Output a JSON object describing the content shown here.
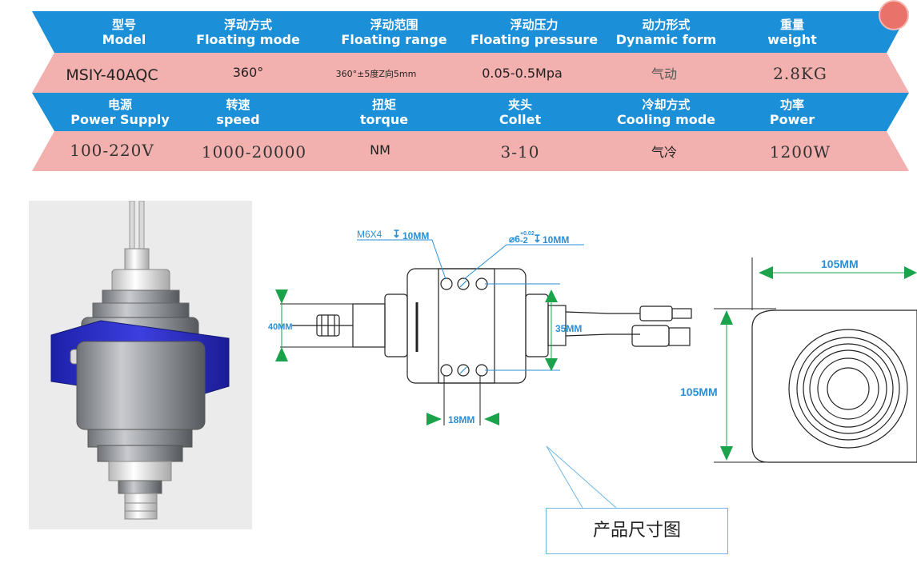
{
  "row1_headers": [
    {
      "cn": "型号",
      "en": "Model"
    },
    {
      "cn": "浮动方式",
      "en": "Floating mode"
    },
    {
      "cn": "浮动范围",
      "en": "Floating range"
    },
    {
      "cn": "浮动压力",
      "en": "Floating pressure"
    },
    {
      "cn": "动力形式",
      "en": "Dynamic form"
    },
    {
      "cn": "重量",
      "en": "weight"
    }
  ],
  "row1_values": [
    "MSIY-40AQC",
    "360°",
    "360°±5度Z向5mm",
    "0.05-0.5Mpa",
    "气动",
    "2.8KG"
  ],
  "row2_headers": [
    {
      "cn": "电源",
      "en": "Power Supply"
    },
    {
      "cn": "转速",
      "en": "speed"
    },
    {
      "cn": "扭矩",
      "en": "torque"
    },
    {
      "cn": "夹头",
      "en": "Collet"
    },
    {
      "cn": "冷却方式",
      "en": "Cooling mode"
    },
    {
      "cn": "功率",
      "en": "Power"
    }
  ],
  "row2_values": [
    "100-220V",
    "1000-20000",
    "NM",
    "3-10",
    "气冷",
    "1200W"
  ],
  "drawing": {
    "callout_m6": "M6X4",
    "callout_m6_depth": "10MM",
    "callout_pin": "⌀6",
    "callout_pin_sup": "+0.02",
    "callout_pin_sub": "-2",
    "callout_pin_depth": "10MM",
    "dim_40": "40MM",
    "dim_35": "35MM",
    "dim_18": "18MM",
    "dim_105_w": "105MM",
    "dim_105_h": "105MM"
  },
  "caption": "产品尺寸图",
  "colors": {
    "header_blue": "#1b8fd8",
    "value_pink": "#f2b0ae",
    "dim_green": "#1aa34a",
    "dim_blue": "#2a8fd6"
  }
}
